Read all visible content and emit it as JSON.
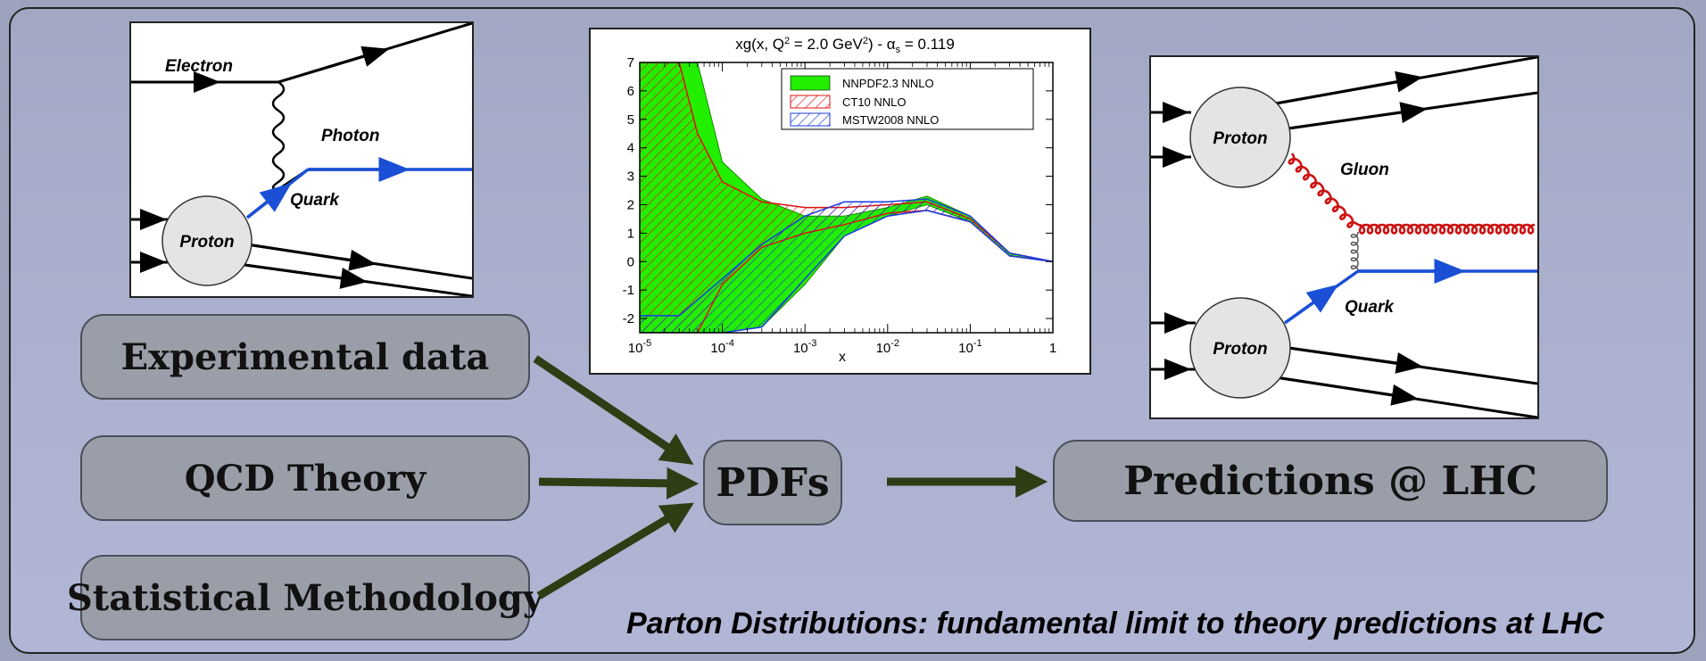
{
  "caption": "Parton Distributions: fundamental limit to theory predictions at LHC",
  "boxes": {
    "experimental": "Experimental data",
    "qcd": "QCD Theory",
    "statistical": "Statistical Methodology",
    "pdfs": "PDFs",
    "predictions": "Predictions @ LHC"
  },
  "dis_diagram": {
    "electron": "Electron",
    "photon": "Photon",
    "quark": "Quark",
    "proton": "Proton"
  },
  "hadron_diagram": {
    "proton_top": "Proton",
    "gluon": "Gluon",
    "quark": "Quark",
    "proton_bottom": "Proton"
  },
  "colors": {
    "arrow": "#2e3d14",
    "quark_line": "#1a4fd6",
    "gluon": "#cc1111",
    "nnpdf_band": "#22ee00",
    "ct10": "#e01010",
    "mstw": "#1a3cdf"
  },
  "chart_data": {
    "type": "area",
    "title": "xg(x, Q² = 2.0 GeV²) - αs = 0.119",
    "title_parts": {
      "main": "xg(x, Q",
      "sup": "2",
      "mid": " = 2.0 GeV",
      "sup2": "2",
      "end": ") - α",
      "sub": "s",
      "tail": " = 0.119"
    },
    "xlabel": "x",
    "ylabel": "",
    "x_scale": "log",
    "xlim": [
      1e-05,
      1
    ],
    "ylim": [
      -2.5,
      7
    ],
    "x_ticks": [
      {
        "value": 1e-05,
        "label": "10",
        "exp": "-5"
      },
      {
        "value": 0.0001,
        "label": "10",
        "exp": "-4"
      },
      {
        "value": 0.001,
        "label": "10",
        "exp": "-3"
      },
      {
        "value": 0.01,
        "label": "10",
        "exp": "-2"
      },
      {
        "value": 0.1,
        "label": "10",
        "exp": "-1"
      },
      {
        "value": 1,
        "label": "1",
        "exp": ""
      }
    ],
    "y_ticks": [
      {
        "value": 7,
        "label": "7"
      },
      {
        "value": 6,
        "label": "6"
      },
      {
        "value": 5,
        "label": "5"
      },
      {
        "value": 4,
        "label": "4"
      },
      {
        "value": 3,
        "label": "3"
      },
      {
        "value": 2,
        "label": "2"
      },
      {
        "value": 1,
        "label": "1"
      },
      {
        "value": 0,
        "label": "0"
      },
      {
        "value": -1,
        "label": "-1"
      },
      {
        "value": -2,
        "label": "-2"
      }
    ],
    "legend_position": "top-right",
    "series": [
      {
        "name": "NNPDF2.3 NNLO",
        "style": "solid-fill",
        "x": [
          1e-05,
          3e-05,
          5e-05,
          0.0001,
          0.0003,
          0.001,
          0.003,
          0.01,
          0.03,
          0.1,
          0.3,
          1
        ],
        "upper": [
          7,
          7,
          7,
          3.5,
          2.2,
          1.6,
          1.6,
          1.9,
          2.3,
          1.6,
          0.3,
          0
        ],
        "lower": [
          -2.5,
          -2.5,
          -2.5,
          -2.5,
          -2.3,
          -0.8,
          0.9,
          1.6,
          2.0,
          1.4,
          0.2,
          0
        ]
      },
      {
        "name": "CT10 NNLO",
        "style": "red-hatch",
        "x": [
          1e-05,
          3e-05,
          5e-05,
          0.0001,
          0.0003,
          0.001,
          0.003,
          0.01,
          0.03,
          0.1,
          0.3,
          1
        ],
        "upper": [
          7,
          7,
          4.5,
          2.8,
          2.1,
          1.9,
          1.9,
          2.0,
          2.1,
          1.5,
          0.3,
          0
        ],
        "lower": [
          -2.5,
          -2.5,
          -2.5,
          -0.8,
          0.5,
          1.0,
          1.3,
          1.7,
          1.8,
          1.4,
          0.2,
          0
        ]
      },
      {
        "name": "MSTW2008 NNLO",
        "style": "blue-hatch",
        "x": [
          1e-05,
          3e-05,
          0.0001,
          0.0003,
          0.001,
          0.003,
          0.01,
          0.03,
          0.1,
          0.3,
          1
        ],
        "upper": [
          -1.9,
          -1.9,
          -0.6,
          0.6,
          1.6,
          2.1,
          2.1,
          2.2,
          1.6,
          0.3,
          0
        ],
        "lower": [
          -2.5,
          -2.5,
          -2.5,
          -2.3,
          -0.6,
          0.9,
          1.6,
          1.8,
          1.4,
          0.2,
          0
        ]
      }
    ]
  }
}
